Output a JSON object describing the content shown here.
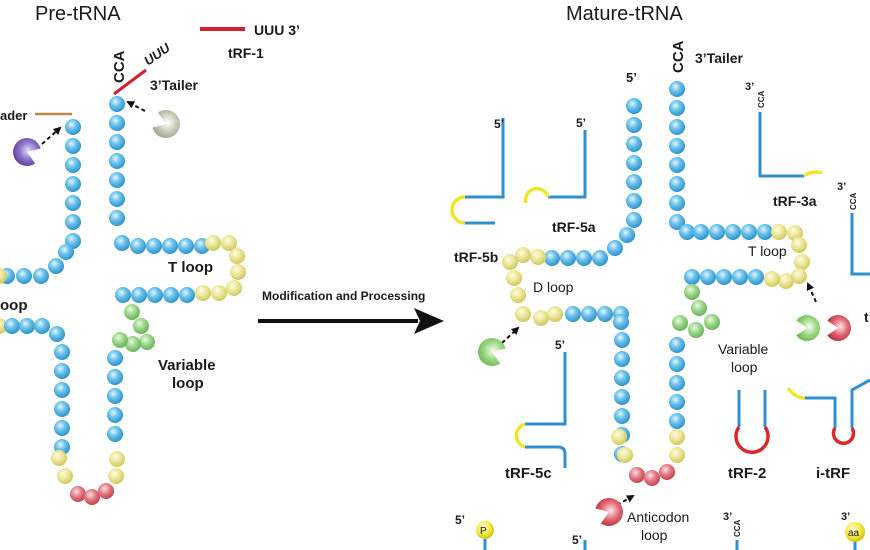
{
  "titles": {
    "pre": "Pre-tRNA",
    "mature": "Mature-tRNA"
  },
  "arrow_label": "Modification and Processing",
  "pre_trna": {
    "leader": "ader",
    "cca": "CCA",
    "trailer_seq": "UUU",
    "trailer_label": "3’Tailer",
    "t_loop": "T loop",
    "variable_loop_1": "Variable",
    "variable_loop_2": "loop",
    "d_loop_partial": "oop"
  },
  "trf1": {
    "seq": "UUU  3’",
    "label": "tRF-1"
  },
  "mature_trna": {
    "cca": "CCA",
    "five_prime": "5’",
    "trailer_label": "3’Tailer",
    "t_loop": "T loop",
    "d_loop": "D loop",
    "variable_loop_1": "Variable",
    "variable_loop_2": "loop",
    "anticodon_loop_1": "Anticodon",
    "anticodon_loop_2": "loop"
  },
  "fragments": {
    "trf5b": {
      "label": "tRF-5b",
      "end": "5’"
    },
    "trf5a": {
      "label": "tRF-5a",
      "end": "5’"
    },
    "trf5c": {
      "label": "tRF-5c",
      "end": "5’"
    },
    "trf3a": {
      "label": "tRF-3a",
      "end": "3’",
      "cca": "CCA"
    },
    "trf3b": {
      "end": "3’",
      "cca": "CCA",
      "label_partial": "t"
    },
    "trf2": {
      "label": "tRF-2"
    },
    "itrf": {
      "label": "i-tRF"
    }
  },
  "bottom": {
    "p_end": "5’",
    "p_label": "P",
    "mid_end": "5’",
    "cca_end": "3’",
    "cca": "CCA",
    "aa_end": "3’",
    "aa_label": "aa"
  },
  "colors": {
    "stem_bead": "#5bb8e6",
    "loop_bead": "#e9e48a",
    "variable_bead": "#8fd07f",
    "anticodon_bead": "#e06b78",
    "fragment_line": "#2f8fcf",
    "fragment_yellow": "#f0e52b",
    "fragment_red": "#d92a2a",
    "trailer_red": "#d21f2a",
    "leader_brown": "#b88a4e",
    "enzyme_purple": "#7a5cb8",
    "enzyme_grey": "#b9bba6",
    "enzyme_green": "#8ccf6e",
    "enzyme_red": "#d9535f"
  }
}
